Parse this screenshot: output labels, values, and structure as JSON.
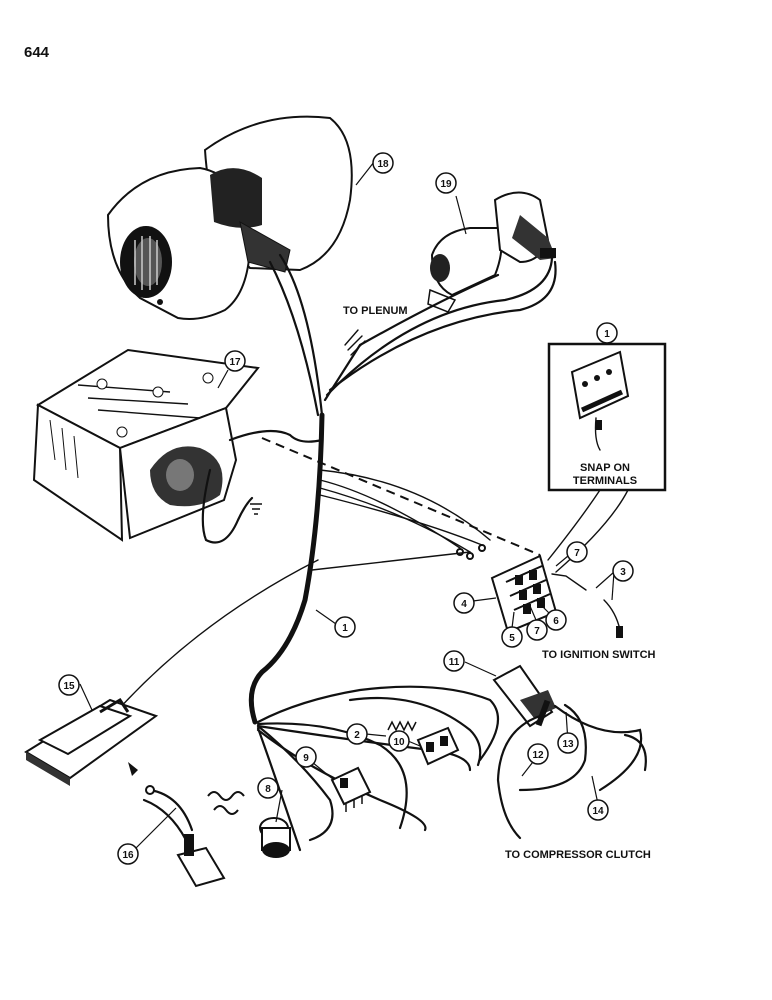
{
  "page": {
    "number": "644"
  },
  "labels": {
    "to_plenum": "TO PLENUM",
    "snap_on_line1": "SNAP ON",
    "snap_on_line2": "TERMINALS",
    "to_ignition_switch": "TO IGNITION SWITCH",
    "to_compressor_clutch": "TO COMPRESSOR CLUTCH"
  },
  "callouts": {
    "c1_inset": "1",
    "c1_harness": "1",
    "c2": "2",
    "c3": "3",
    "c4": "4",
    "c5": "5",
    "c6": "6",
    "c7_top": "7",
    "c7_bottom": "7",
    "c8": "8",
    "c9": "9",
    "c10": "10",
    "c11": "11",
    "c12": "12",
    "c13": "13",
    "c14": "14",
    "c15": "15",
    "c16": "16",
    "c17": "17",
    "c18": "18",
    "c19": "19"
  }
}
